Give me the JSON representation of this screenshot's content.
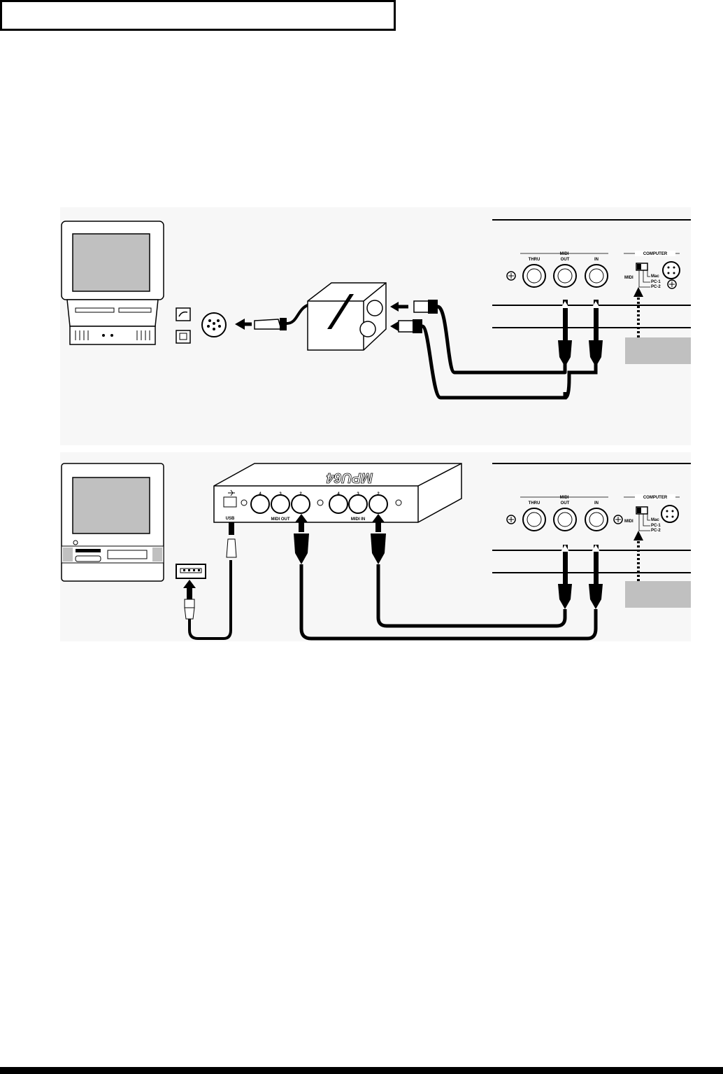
{
  "header": {
    "title": ""
  },
  "ports": {
    "midi": "MIDI",
    "thru": "THRU",
    "out": "OUT",
    "in": "IN",
    "computer": "COMPUTER",
    "switch_midi": "MIDI",
    "switch_mac": "Mac",
    "switch_pc1": "PC-1",
    "switch_pc2": "PC-2"
  },
  "interface": {
    "brand": "MPU64",
    "usb_label": "USB",
    "midi_out_label": "MIDI OUT",
    "midi_in_label": "MIDI IN",
    "port_numbers": [
      "4",
      "3",
      "2",
      "4",
      "3",
      "2"
    ]
  },
  "colors": {
    "panel_bg": "#f7f7f7",
    "placeholder": "#c0c0c0",
    "ink": "#000000"
  }
}
